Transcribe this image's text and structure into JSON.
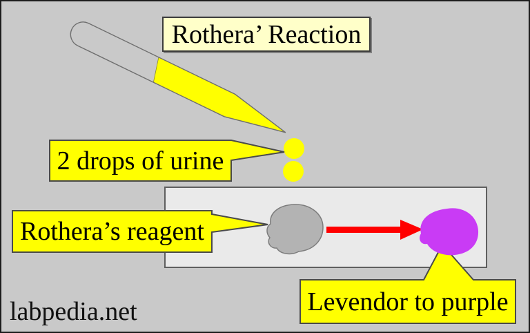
{
  "diagram": {
    "title": "Rothera’ Reaction",
    "watermark": "labpedia.net",
    "callouts": {
      "urine": "2 drops of urine",
      "reagent": "Rothera’s reagent",
      "result": "Levendor to purple"
    },
    "colors": {
      "background": "#C9C9C9",
      "title_fill": "#FFFFC9",
      "callout_fill": "#FFFF00",
      "drop_fill": "#FFFF00",
      "pipette_liquid": "#FFFF00",
      "slide_fill": "#EAEAEA",
      "reagent_spot": "#B3B3B3",
      "result_spot": "#C93BF5",
      "arrow": "#FF0000"
    }
  }
}
